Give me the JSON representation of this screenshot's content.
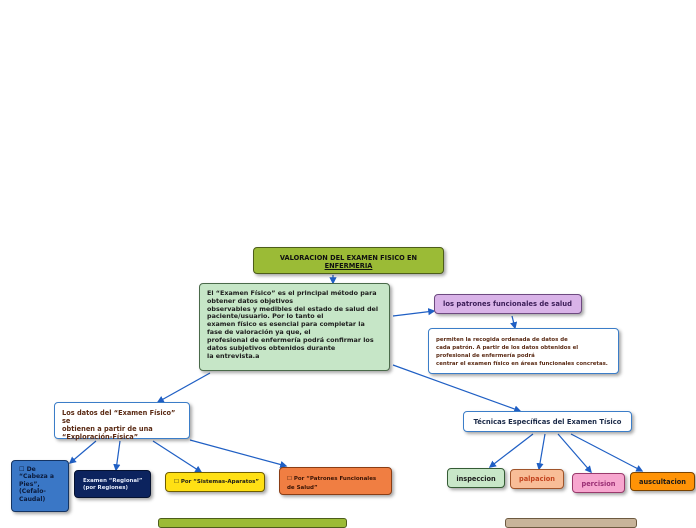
{
  "diagram": {
    "title": {
      "line1": "VALORACION DEL EXAMEN FISICO EN",
      "line2": "ENFERMERIA"
    },
    "main_text": "El “Examen Físico” es el principal método para\nobtener datos objetivos\nobservables y medibles del estado de salud del\npaciente/usuario. Por lo tanto el\nexamen físico es esencial para completar la\nfase de valoración ya que, el\nprofesional de enfermería podrá confirmar los\ndatos subjetivos obtenidos durante\nla entrevista.a",
    "patrones_label": "los patrones funcionales de salud",
    "permiten_text": "permiten la recogida ordenada de datos de\ncada patrón. A partir de los datos obtenidos el\nprofesional de enfermería podrá\ncentrar el examen físico en áreas funcionales concretas.",
    "datos_text": "Los datos del “Examen Físico” se\nobtienen a partir de una\n“Exploración-Física”",
    "tecnicas_label": "Técnicas Específicas del Examen Tísico",
    "cabeza_text": "☐ De\n“Cabeza a\nPies”,\n(Cefalo-\nCaudal)",
    "regional_text": "Examen “Regional”\n(por Regiones)",
    "sistemas_text": "☐ Por “Sistemas-Aparatos”",
    "funcionales_text": "☐ Por “Patrones Funcionales\nde Salud”",
    "inspeccion_label": "inspeccion",
    "palpacion_label": "palpacion",
    "percision_label": "percision",
    "auscultacion_label": "auscultacion"
  },
  "colors": {
    "connector": "#1f5fc4",
    "title_fill": "#9bbb36",
    "main_fill": "#c6e6c7",
    "patrones_fill": "#d9b3e8",
    "cabeza_fill": "#3a77c6",
    "regional_fill": "#0c235e",
    "sistemas_fill": "#ffe014",
    "funcionales_fill": "#f07e42",
    "inspeccion_fill": "#c8e7c8",
    "palpacion_fill": "#f8bd97",
    "percision_fill": "#f7a6cf",
    "auscultacion_fill": "#ff9306"
  }
}
